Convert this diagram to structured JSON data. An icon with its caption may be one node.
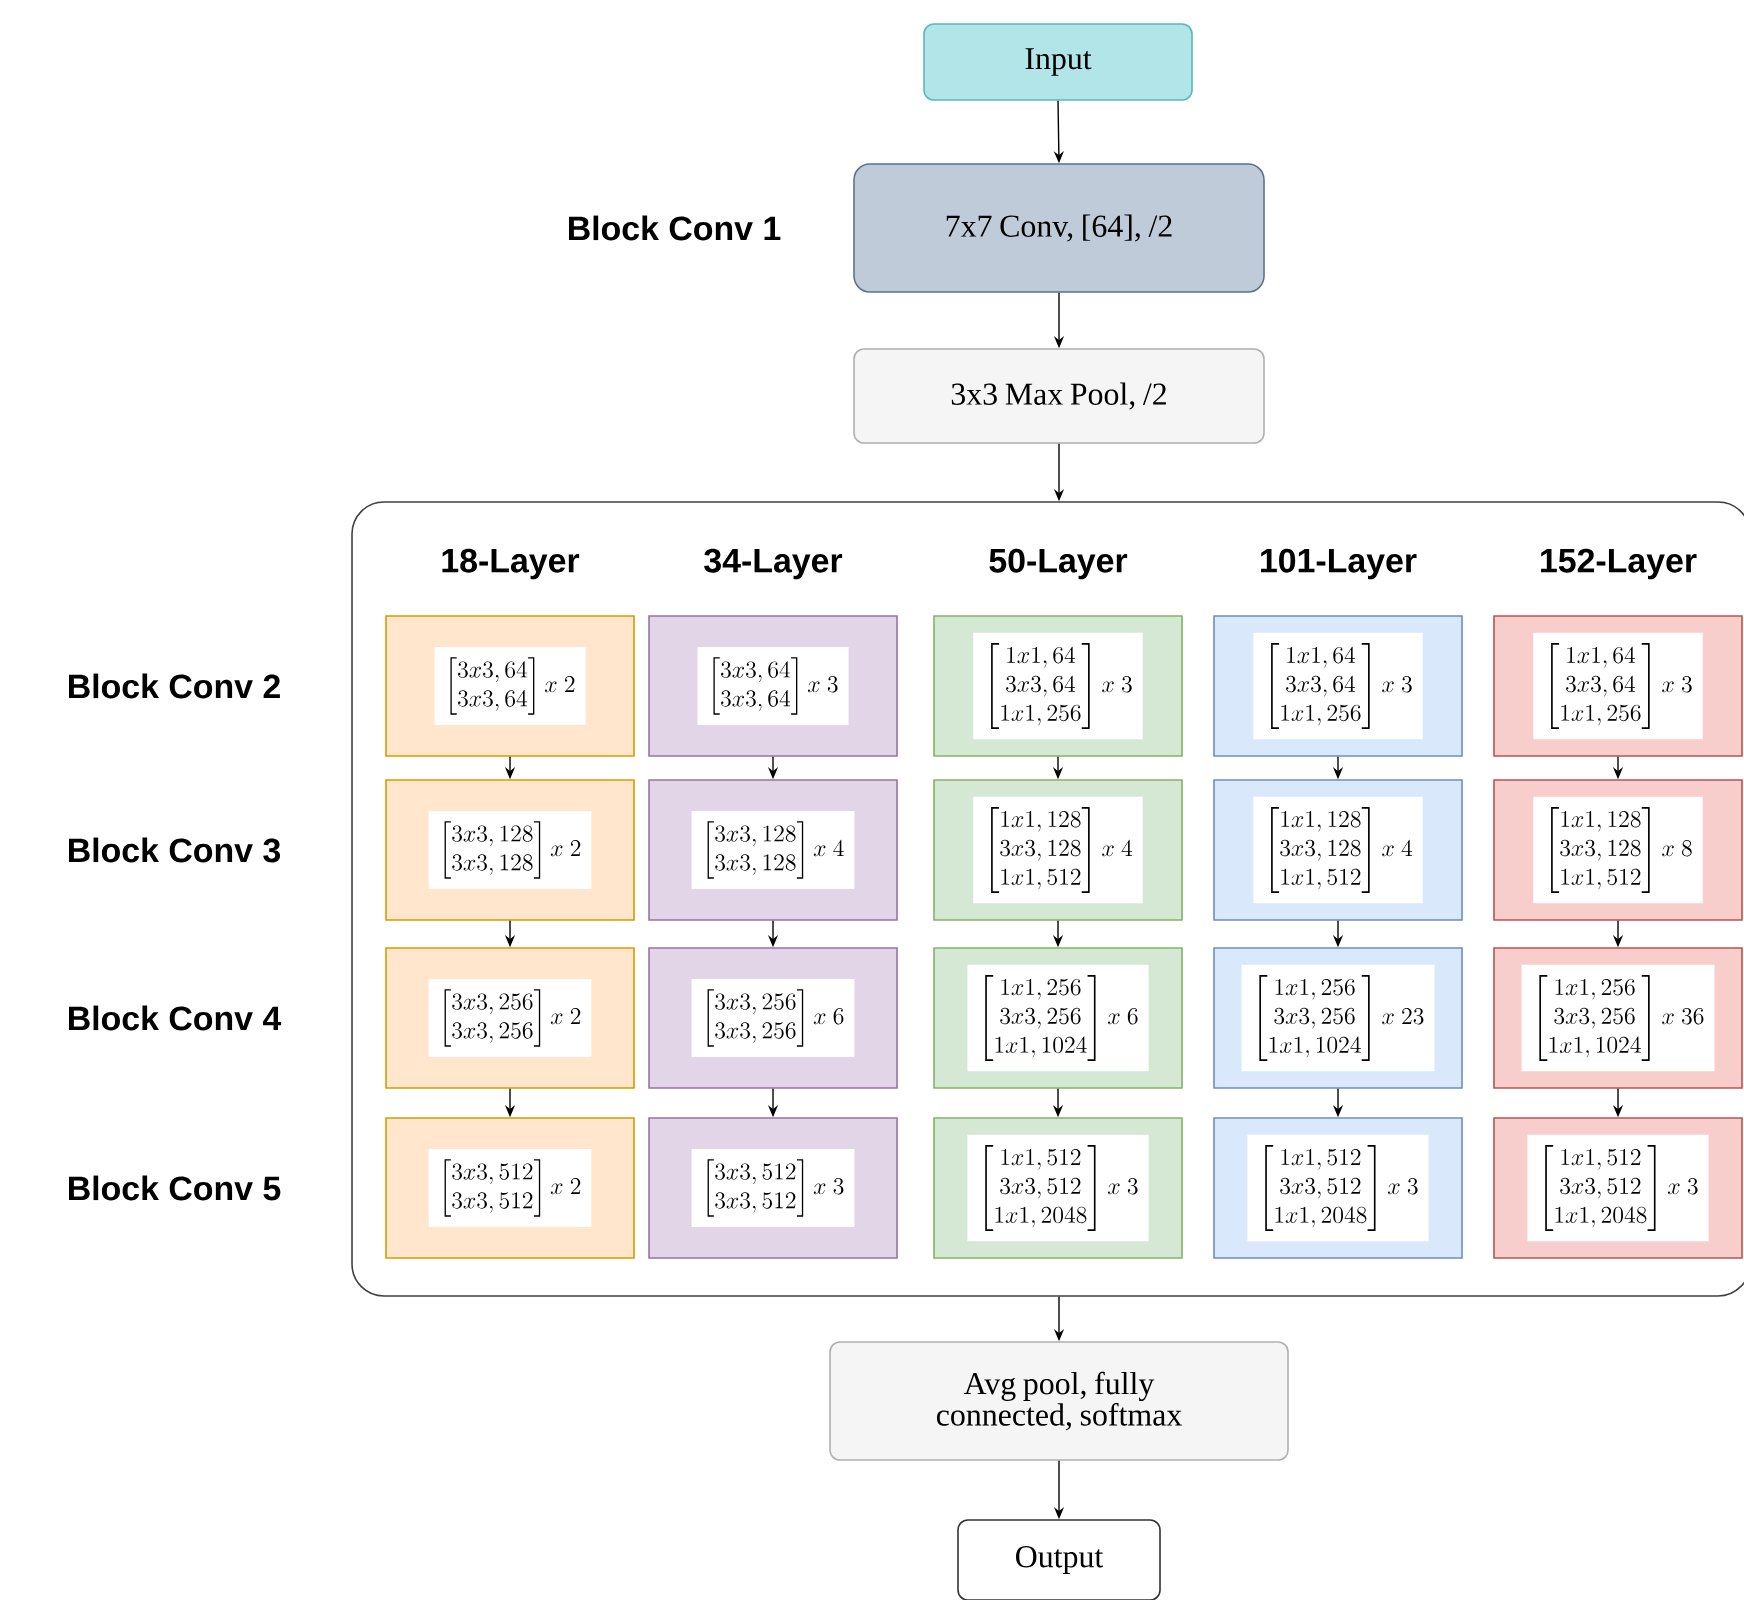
{
  "diagram": {
    "nodes": [
      {
        "text": [
          "Input"
        ]
      },
      {
        "text": [
          "7x7 Conv, [64], /2"
        ]
      },
      {
        "text": [
          "3x3 Max Pool, /2"
        ]
      },
      {
        "text": [],
        "shape": "box"
      },
      {
        "text": [
          "\\begin{bmatrix}3x3, 64\\\\3x3, 64\\end{bmatrix} x\\ 2"
        ],
        "in": 3
      },
      {
        "text": [
          "\\begin{bmatrix}3x3, 64\\\\3x3, 64\\end{bmatrix} x\\ 3"
        ],
        "in": 3
      },
      {
        "text": [
          "\\begin{bmatrix}1x1, 64\\\\3x3,64\\\\1x1,256\\end{bmatrix} x\\ 3"
        ],
        "in": 3
      },
      {
        "text": [
          "\\begin{bmatrix}1x1, 64\\\\3x3,64\\\\1x1,256\\end{bmatrix} x\\ 3"
        ],
        "in": 3
      },
      {
        "text": [
          "\\begin{bmatrix}1x1, 64\\\\3x3,64\\\\1x1,256\\end{bmatrix} x\\ 3"
        ],
        "in": 3
      },
      {
        "text": [
          "\\begin{bmatrix}3x3, 128\\\\3x3, 128\\end{bmatrix} x\\ 2"
        ],
        "in": 3
      },
      {
        "text": [
          "\\begin{bmatrix}3x3, 128\\\\3x3, 128\\end{bmatrix} x\\ 4"
        ],
        "in": 3
      },
      {
        "text": [
          "\\begin{bmatrix}1x1, 128\\\\3x3,128\\\\1x1,512\\end{bmatrix} x\\ 4"
        ],
        "in": 3
      },
      {
        "text": [
          "\\begin{bmatrix}1x1, 128\\\\3x3,128\\\\1x1,512\\end{bmatrix} x\\ 4"
        ],
        "in": 3
      },
      {
        "text": [
          "\\begin{bmatrix}1x1, 128\\\\3x3,128\\\\1x1,512\\end{bmatrix} x\\ 8"
        ],
        "in": 3
      },
      {
        "text": [
          "\\begin{bmatrix}3x3, 256\\\\3x3, 256\\end{bmatrix} x\\ 2"
        ],
        "in": 3
      },
      {
        "text": [
          "\\begin{bmatrix}3x3, 256\\\\3x3, 256\\end{bmatrix} x\\ 6"
        ],
        "in": 3
      },
      {
        "text": [
          "\\begin{bmatrix}1x1, 256\\\\3x3,256\\\\1x1,1024\\end{bmatrix} x\\ 6"
        ],
        "in": 3
      },
      {
        "text": [
          "\\begin{bmatrix}1x1, 256\\\\3x3,256\\\\1x1,1024\\end{bmatrix} x\\ 23"
        ],
        "in": 3
      },
      {
        "text": [
          "\\begin{bmatrix}1x1, 256\\\\3x3,256\\\\1x1,1024\\end{bmatrix} x\\ 36"
        ],
        "in": 3
      },
      {
        "text": [
          "\\begin{bmatrix}3x3, 512\\\\3x3,512\\end{bmatrix} x\\ 2"
        ],
        "in": 3
      },
      {
        "text": [
          "\\begin{bmatrix}3x3, 512\\\\3x3,512\\end{bmatrix} x\\ 3"
        ],
        "in": 3
      },
      {
        "text": [
          "\\begin{bmatrix}1x1, 512\\\\3x3,512\\\\1x1,2048\\end{bmatrix} x\\ 3"
        ],
        "in": 3
      },
      {
        "text": [
          "\\begin{bmatrix}1x1, 512\\\\3x3,512\\\\1x1,2048\\end{bmatrix} x\\ 3"
        ],
        "in": 3
      },
      {
        "text": [
          "\\begin{bmatrix}1x1, 512\\\\3x3,512\\\\1x1,2048\\end{bmatrix} x\\ 3"
        ],
        "in": 3
      },
      {
        "text": [
          "Avg pool, fully connected, softmax"
        ]
      },
      {
        "text": [
          "Output"
        ]
      }
    ],
    "edges": [
      {
        "from": 0,
        "to": 1,
        "arrow": "to"
      },
      {
        "from": 1,
        "to": 2,
        "arrow": "to"
      },
      {
        "from": 2,
        "to": 3,
        "arrow": "to"
      },
      {
        "from": 4,
        "to": 9,
        "arrow": "to"
      },
      {
        "from": 5,
        "to": 10,
        "arrow": "to"
      },
      {
        "from": 6,
        "to": 11,
        "arrow": "to"
      },
      {
        "from": 7,
        "to": 12,
        "arrow": "to"
      },
      {
        "from": 8,
        "to": 13,
        "arrow": "to"
      },
      {
        "from": 9,
        "to": 14,
        "arrow": "to"
      },
      {
        "from": 10,
        "to": 15,
        "arrow": "to"
      },
      {
        "from": 11,
        "to": 16,
        "arrow": "to"
      },
      {
        "from": 12,
        "to": 17,
        "arrow": "to"
      },
      {
        "from": 13,
        "to": 18,
        "arrow": "to"
      },
      {
        "from": 14,
        "to": 19,
        "arrow": "to"
      },
      {
        "from": 15,
        "to": 20,
        "arrow": "to"
      },
      {
        "from": 16,
        "to": 21,
        "arrow": "to"
      },
      {
        "from": 17,
        "to": 22,
        "arrow": "to"
      },
      {
        "from": 18,
        "to": 23,
        "arrow": "to"
      },
      {
        "from": 3,
        "to": 24,
        "arrow": "to"
      },
      {
        "from": 24,
        "to": 25,
        "arrow": "to"
      }
    ],
    "labels": [
      "Block Conv 1",
      "18-Layer",
      "34-Layer",
      "50-Layer",
      "101-Layer",
      "152-Layer",
      "Block Conv 2",
      "Block Conv 3",
      "Block Conv 4",
      "Block Conv 5"
    ]
  }
}
